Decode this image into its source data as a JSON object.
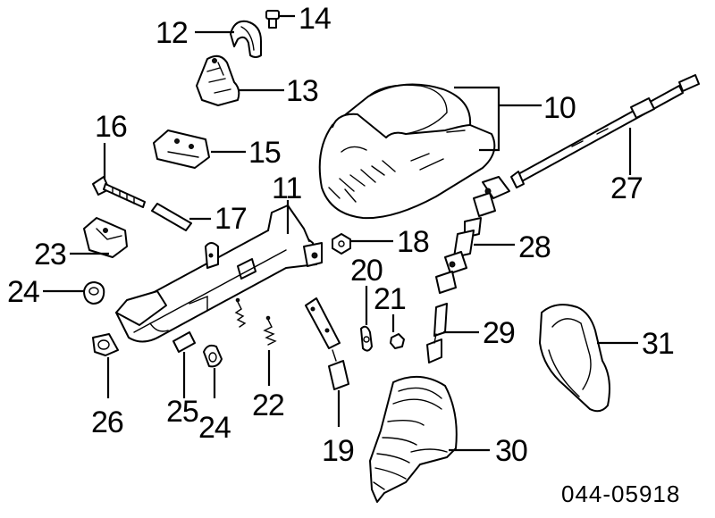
{
  "callouts": {
    "c10": "10",
    "c11": "11",
    "c12": "12",
    "c13": "13",
    "c14": "14",
    "c15": "15",
    "c16": "16",
    "c17": "17",
    "c18": "18",
    "c19": "19",
    "c20": "20",
    "c21": "21",
    "c22": "22",
    "c23": "23",
    "c24a": "24",
    "c24b": "24",
    "c25": "25",
    "c26": "26",
    "c27": "27",
    "c28": "28",
    "c29": "29",
    "c30": "30",
    "c31": "31"
  },
  "diagram_code": "044-05918"
}
